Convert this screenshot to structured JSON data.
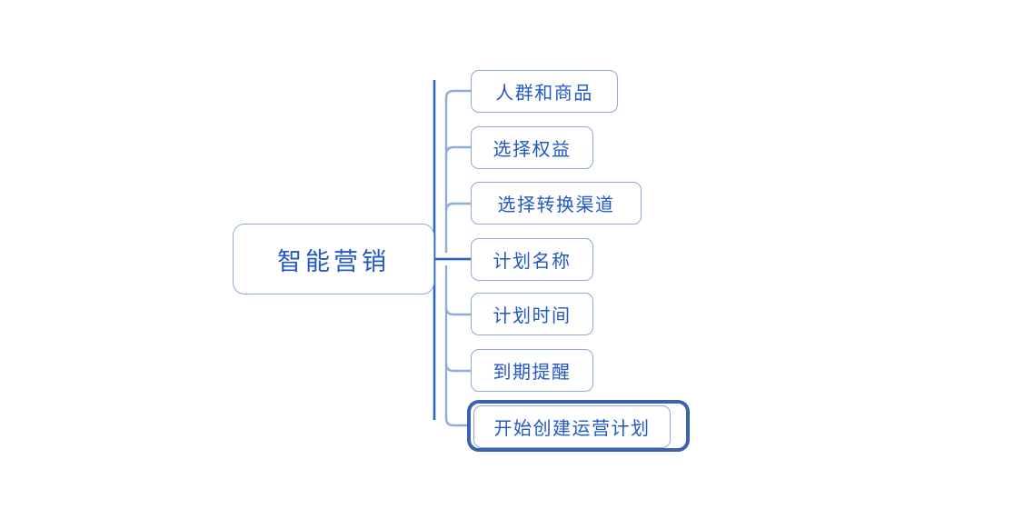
{
  "diagram": {
    "type": "mindmap",
    "title": "智能营销",
    "orientation": "left-to-right",
    "background_color": "#ffffff",
    "node_border_color": "#8ea9db",
    "node_text_color": "#2358c4",
    "connector_color_light": "#8fadd9",
    "connector_color_dark": "#2a66bd",
    "selection_color": "#3a62ad",
    "root": {
      "id": "root-node",
      "label": "智能营销",
      "selected": false
    },
    "children": [
      {
        "id": "node-0",
        "label": "人群和商品",
        "selected": false
      },
      {
        "id": "node-1",
        "label": "选择权益",
        "selected": false
      },
      {
        "id": "node-2",
        "label": "选择转换渠道",
        "selected": false
      },
      {
        "id": "node-3",
        "label": "计划名称",
        "selected": false
      },
      {
        "id": "node-4",
        "label": "计划时间",
        "selected": false
      },
      {
        "id": "node-5",
        "label": "到期提醒",
        "selected": false
      },
      {
        "id": "node-6",
        "label": "开始创建运营计划",
        "selected": true
      }
    ]
  }
}
